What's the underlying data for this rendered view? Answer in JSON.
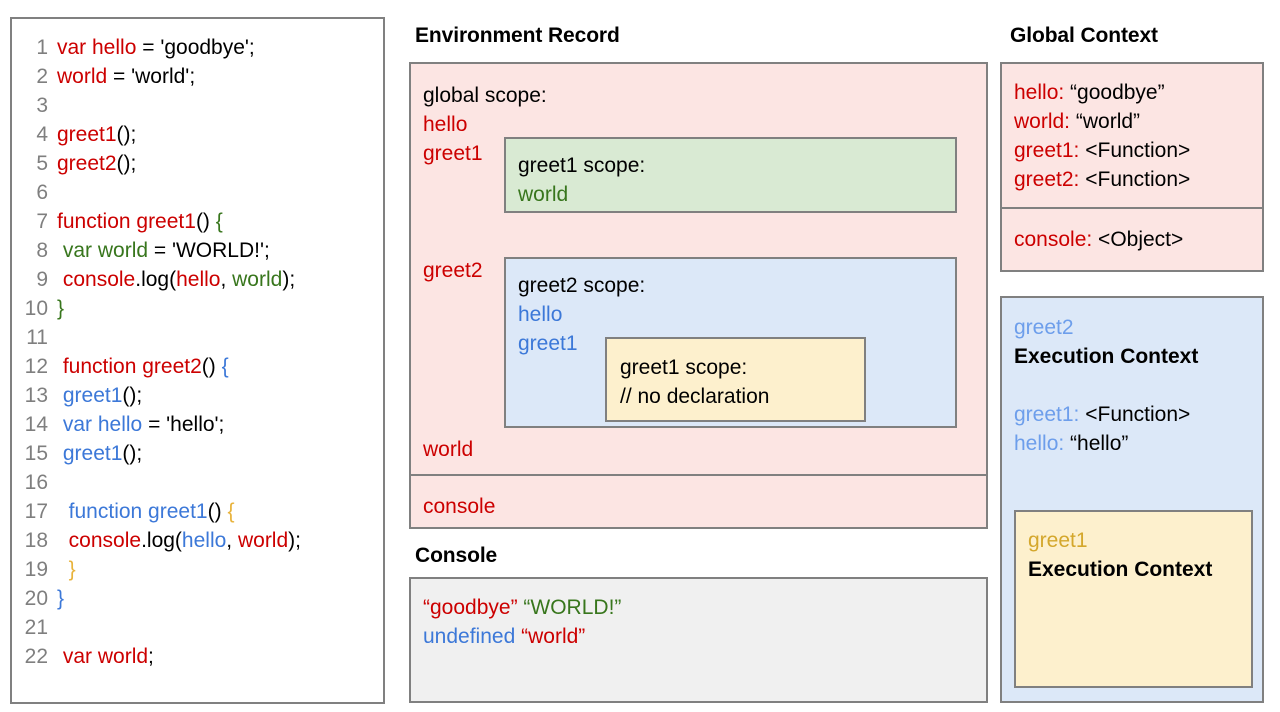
{
  "code_panel": {
    "lines": [
      {
        "n": "1",
        "tokens": [
          {
            "t": "var hello",
            "c": "red"
          },
          {
            "t": " = 'goodbye';",
            "c": "black"
          }
        ]
      },
      {
        "n": "2",
        "tokens": [
          {
            "t": "world",
            "c": "red"
          },
          {
            "t": " = 'world';",
            "c": "black"
          }
        ]
      },
      {
        "n": "3",
        "tokens": []
      },
      {
        "n": "4",
        "tokens": [
          {
            "t": "greet1",
            "c": "red"
          },
          {
            "t": "();",
            "c": "black"
          }
        ]
      },
      {
        "n": "5",
        "tokens": [
          {
            "t": "greet2",
            "c": "red"
          },
          {
            "t": "();",
            "c": "black"
          }
        ]
      },
      {
        "n": "6",
        "tokens": []
      },
      {
        "n": "7",
        "tokens": [
          {
            "t": "function greet1",
            "c": "red"
          },
          {
            "t": "() ",
            "c": "black"
          },
          {
            "t": "{",
            "c": "green"
          }
        ]
      },
      {
        "n": "8",
        "tokens": [
          {
            "t": " ",
            "c": "black"
          },
          {
            "t": "var world",
            "c": "green"
          },
          {
            "t": " = 'WORLD!';",
            "c": "black"
          }
        ]
      },
      {
        "n": "9",
        "tokens": [
          {
            "t": " ",
            "c": "black"
          },
          {
            "t": "console",
            "c": "red"
          },
          {
            "t": ".log(",
            "c": "black"
          },
          {
            "t": "hello",
            "c": "red"
          },
          {
            "t": ", ",
            "c": "black"
          },
          {
            "t": "world",
            "c": "green"
          },
          {
            "t": ");",
            "c": "black"
          }
        ]
      },
      {
        "n": "10",
        "tokens": [
          {
            "t": "}",
            "c": "green"
          }
        ]
      },
      {
        "n": "11",
        "tokens": []
      },
      {
        "n": "12",
        "tokens": [
          {
            "t": " ",
            "c": "black"
          },
          {
            "t": "function greet2",
            "c": "red"
          },
          {
            "t": "() ",
            "c": "black"
          },
          {
            "t": "{",
            "c": "blue"
          }
        ]
      },
      {
        "n": "13",
        "tokens": [
          {
            "t": " ",
            "c": "black"
          },
          {
            "t": "greet1",
            "c": "blue"
          },
          {
            "t": "();",
            "c": "black"
          }
        ]
      },
      {
        "n": "14",
        "tokens": [
          {
            "t": " ",
            "c": "black"
          },
          {
            "t": "var hello",
            "c": "blue"
          },
          {
            "t": " = 'hello';",
            "c": "black"
          }
        ]
      },
      {
        "n": "15",
        "tokens": [
          {
            "t": " ",
            "c": "black"
          },
          {
            "t": "greet1",
            "c": "blue"
          },
          {
            "t": "();",
            "c": "black"
          }
        ]
      },
      {
        "n": "16",
        "tokens": []
      },
      {
        "n": "17",
        "tokens": [
          {
            "t": "  ",
            "c": "black"
          },
          {
            "t": "function greet1",
            "c": "blue"
          },
          {
            "t": "() ",
            "c": "black"
          },
          {
            "t": "{",
            "c": "orange"
          }
        ]
      },
      {
        "n": "18",
        "tokens": [
          {
            "t": "  ",
            "c": "black"
          },
          {
            "t": "console",
            "c": "red"
          },
          {
            "t": ".log(",
            "c": "black"
          },
          {
            "t": "hello",
            "c": "blue"
          },
          {
            "t": ", ",
            "c": "black"
          },
          {
            "t": "world",
            "c": "red"
          },
          {
            "t": ");",
            "c": "black"
          }
        ]
      },
      {
        "n": "19",
        "tokens": [
          {
            "t": "  ",
            "c": "black"
          },
          {
            "t": "}",
            "c": "orange"
          }
        ]
      },
      {
        "n": "20",
        "tokens": [
          {
            "t": "}",
            "c": "blue"
          }
        ]
      },
      {
        "n": "21",
        "tokens": []
      },
      {
        "n": "22",
        "tokens": [
          {
            "t": " ",
            "c": "black"
          },
          {
            "t": "var world",
            "c": "red"
          },
          {
            "t": ";",
            "c": "black"
          }
        ]
      }
    ]
  },
  "environment_record": {
    "title": "Environment Record",
    "global_scope_label": "global scope:",
    "hello": "hello",
    "greet1": "greet1",
    "greet2": "greet2",
    "world": "world",
    "console": "console",
    "greet1_scope": {
      "title": "greet1 scope:",
      "world": "world"
    },
    "greet2_scope": {
      "title": "greet2 scope:",
      "hello": "hello",
      "greet1": "greet1",
      "greet1_inner_scope": {
        "title": "greet1 scope:",
        "note": "// no declaration"
      }
    }
  },
  "console_panel": {
    "title": "Console",
    "lines": [
      [
        {
          "t": "“goodbye”",
          "c": "red"
        },
        {
          "t": " ",
          "c": "black"
        },
        {
          "t": "“WORLD!”",
          "c": "green"
        }
      ],
      [
        {
          "t": "undefined",
          "c": "blue"
        },
        {
          "t": " ",
          "c": "black"
        },
        {
          "t": "“world”",
          "c": "red"
        }
      ]
    ]
  },
  "global_context": {
    "title": "Global Context",
    "entries": [
      {
        "key": "hello",
        "value": "“goodbye”"
      },
      {
        "key": "world",
        "value": "“world”"
      },
      {
        "key": "greet1",
        "value": "<Function>"
      },
      {
        "key": "greet2",
        "value": "<Function>"
      }
    ],
    "console_entry": {
      "key": "console",
      "value": "<Object>"
    }
  },
  "greet2_execution_context": {
    "name": "greet2",
    "heading": "Execution Context",
    "entries": [
      {
        "key": "greet1",
        "value": "<Function>"
      },
      {
        "key": "hello",
        "value": "“hello”"
      }
    ],
    "greet1_execution_context": {
      "name": "greet1",
      "heading": "Execution Context"
    }
  },
  "colors": {
    "global_red": "#cc0000",
    "greet1_green": "#38761d",
    "greet2_blue": "#3c78d8",
    "greet1_inner_orange": "#d4a72c",
    "bg_red": "#fce5e3",
    "bg_green": "#d9ead3",
    "bg_blue": "#dce8f8",
    "bg_yellow": "#fdf0cd",
    "bg_console": "#f0f0f0",
    "border_gray": "#808080"
  }
}
